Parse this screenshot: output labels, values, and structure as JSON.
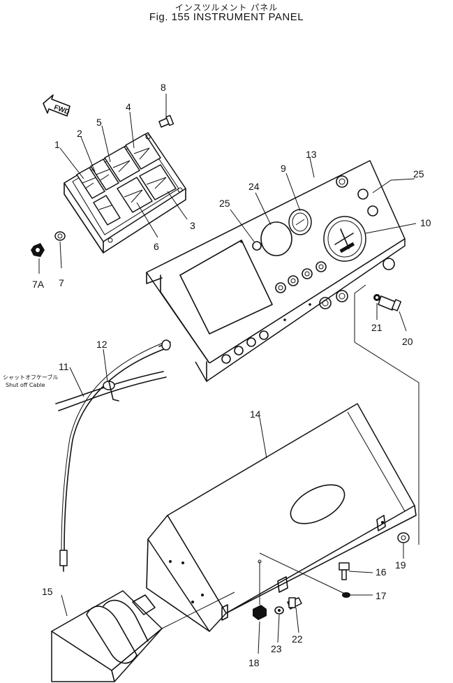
{
  "title": {
    "japanese": "インスツルメント パネル",
    "english": "Fig. 155 INSTRUMENT PANEL"
  },
  "direction_label": "FWD",
  "cable_label": {
    "japanese": "シャットオフケーブル",
    "english": "Shut off Cable"
  },
  "callouts": [
    "1",
    "2",
    "3",
    "4",
    "5",
    "6",
    "7",
    "7A",
    "8",
    "9",
    "10",
    "11",
    "12",
    "13",
    "14",
    "15",
    "16",
    "17",
    "18",
    "19",
    "20",
    "21",
    "22",
    "23",
    "24",
    "25",
    "25"
  ]
}
